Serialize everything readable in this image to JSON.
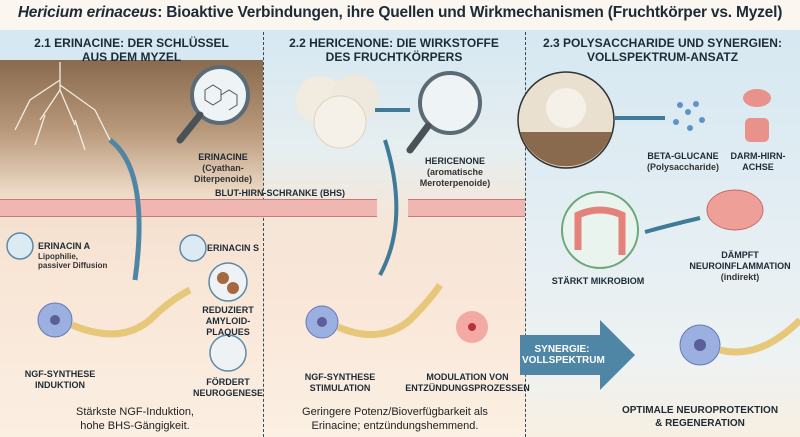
{
  "title": {
    "species": "Hericium erinaceus",
    "rest": ": Bioaktive Verbindungen, ihre Quellen und Wirkmechanismen (Fruchtkörper vs. Myzel)"
  },
  "barrier_label": "BLUT-HIRN-SCHRANKE (BHS)",
  "col1": {
    "heading_1": "2.1 ERINACINE: DER SCHLÜSSEL",
    "heading_2": "AUS DEM MYZEL",
    "compound": "ERINACINE",
    "compound_sub_1": "(Cyathan-",
    "compound_sub_2": "Diterpenoide)",
    "erinacin_a": "ERINACIN A",
    "erinacin_a_sub_1": "Lipophilie,",
    "erinacin_a_sub_2": "passiver Diffusion",
    "erinacin_s": "ERINACIN S",
    "amyloid_1": "REDUZIERT",
    "amyloid_2": "AMYLOID-",
    "amyloid_3": "PLAQUES",
    "neuro_1": "FÖRDERT",
    "neuro_2": "NEUROGENESE",
    "ngf_1": "NGF-SYNTHESE",
    "ngf_2": "INDUKTION",
    "summary_1": "Stärkste NGF-Induktion,",
    "summary_2": "hohe BHS-Gängigkeit."
  },
  "col2": {
    "heading_1": "2.2 HERICENONE: DIE WIRKSTOFFE",
    "heading_2": "DES FRUCHTKÖRPERS",
    "compound": "HERICENONE",
    "compound_sub_1": "(aromatische",
    "compound_sub_2": "Meroterpenoide)",
    "ngf_1": "NGF-SYNTHESE",
    "ngf_2": "STIMULATION",
    "mod_1": "MODULATION VON",
    "mod_2": "ENTZÜNDUNGSPROZESSEN",
    "summary_1": "Geringere Potenz/Bioverfügbarkeit als",
    "summary_2": "Erinacine; entzündungshemmend."
  },
  "col3": {
    "heading_1": "2.3 POLYSACCHARIDE UND SYNERGIEN:",
    "heading_2": "VOLLSPEKTRUM-ANSATZ",
    "beta": "BETA-GLUCANE",
    "beta_sub": "(Polysaccharide)",
    "axis_1": "DARM-HIRN-",
    "axis_2": "ACHSE",
    "damp_1": "DÄMPFT",
    "damp_2": "NEUROINFLAMMATION",
    "damp_3": "(indirekt)",
    "mikrobiom": "STÄRKT MIKROBIOM",
    "synergy_1": "SYNERGIE:",
    "synergy_2": "VOLLSPEKTRUM",
    "result_1": "OPTIMALE NEUROPROTEKTION",
    "result_2": "& REGENERATION"
  },
  "colors": {
    "header_band": "#d4e6f0",
    "barrier": "#f0b7b2",
    "arrow": "#3f7a98",
    "neuron": "#8fa6dc",
    "soil": "#8a6a4e"
  }
}
